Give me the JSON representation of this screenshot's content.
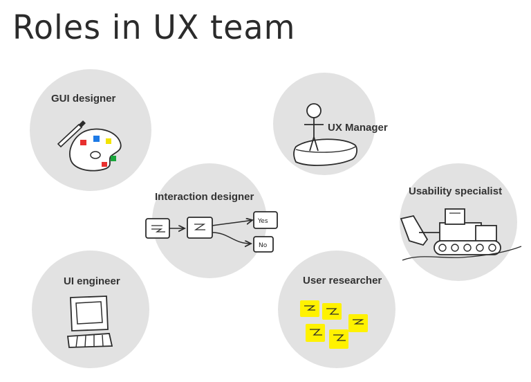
{
  "title": "Roles in UX team",
  "colors": {
    "circle": "#e2e2e2",
    "ink": "#2b2b2b",
    "sticky": "#fff200"
  },
  "roles": [
    {
      "label": "GUI designer",
      "icon": "palette-icon"
    },
    {
      "label": "UX Manager",
      "icon": "stick-figure-on-stage-icon"
    },
    {
      "label": "Interaction designer",
      "icon": "flowchart-icon"
    },
    {
      "label": "Usability specialist",
      "icon": "bulldozer-icon"
    },
    {
      "label": "UI engineer",
      "icon": "computer-icon"
    },
    {
      "label": "User researcher",
      "icon": "sticky-notes-icon"
    }
  ],
  "flowchart": {
    "yes_label": "Yes",
    "no_label": "No"
  }
}
